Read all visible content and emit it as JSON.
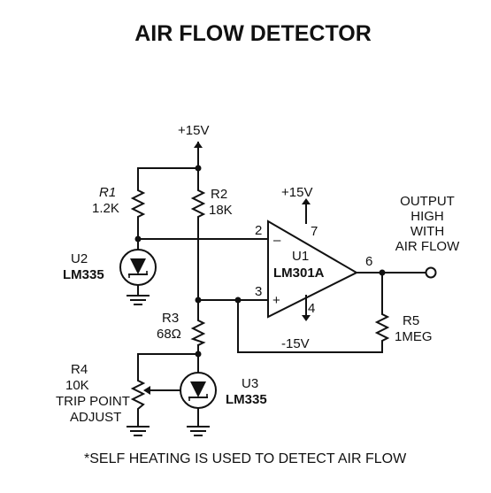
{
  "title": "AIR FLOW DETECTOR",
  "supply": {
    "pos_main": "+15V",
    "pos_opamp": "+15V",
    "neg_opamp": "-15V"
  },
  "resistors": {
    "r1": {
      "ref": "R1",
      "value": "1.2K"
    },
    "r2": {
      "ref": "R2",
      "value": "18K"
    },
    "r3": {
      "ref": "R3",
      "value": "68Ω"
    },
    "r4": {
      "ref": "R4",
      "value": "10K",
      "label_line1": "TRIP POINT",
      "label_line2": "ADJUST"
    },
    "r5": {
      "ref": "R5",
      "value": "1MEG"
    }
  },
  "sensors": {
    "u2": {
      "ref": "U2",
      "part": "LM335"
    },
    "u3": {
      "ref": "U3",
      "part": "LM335"
    }
  },
  "opamp": {
    "ref": "U1",
    "part": "LM301A",
    "pins": {
      "inv": "2",
      "noninv": "3",
      "vplus": "7",
      "vminus": "4",
      "out": "6"
    },
    "inv_sign": "–",
    "noninv_sign": "+"
  },
  "output": {
    "line1": "OUTPUT",
    "line2": "HIGH",
    "line3": "WITH",
    "line4": "AIR FLOW"
  },
  "footnote": "*SELF HEATING IS USED TO DETECT AIR FLOW"
}
